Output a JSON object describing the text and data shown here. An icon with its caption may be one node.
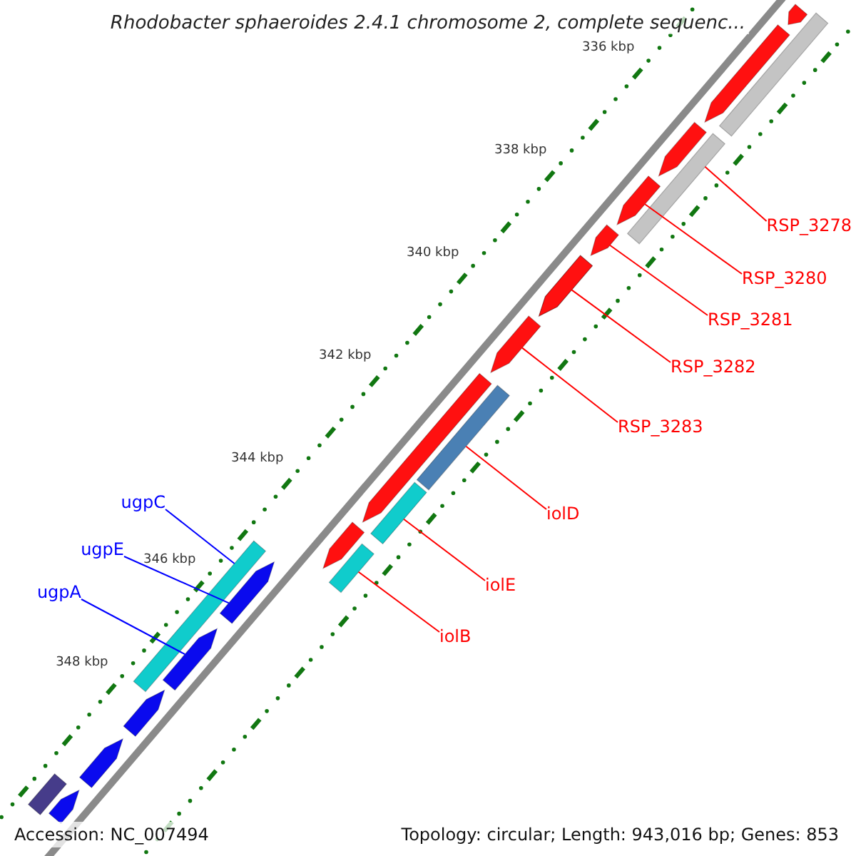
{
  "diagram": {
    "title": "Rhodobacter sphaeroides 2.4.1 chromosome 2, complete sequenc...",
    "nodes": [
      {
        "text": [
          "RSP_3278"
        ]
      },
      {
        "text": [
          "RSP_3280"
        ]
      },
      {
        "text": [
          "RSP_3281"
        ]
      },
      {
        "text": [
          "RSP_3282"
        ]
      },
      {
        "text": [
          "RSP_3283"
        ]
      },
      {
        "text": [
          "iolD"
        ]
      },
      {
        "text": [
          "iolE"
        ]
      },
      {
        "text": [
          "iolB"
        ]
      },
      {
        "text": [
          "ugpC"
        ]
      },
      {
        "text": [
          "ugpE"
        ]
      },
      {
        "text": [
          "ugpA"
        ]
      },
      {
        "text": [],
        "shape": "bar"
      },
      {
        "text": [],
        "shape": "arrow"
      },
      {
        "text": [],
        "shape": "arrow"
      },
      {
        "text": [],
        "shape": "arrow"
      },
      {
        "text": [],
        "shape": "arrow"
      },
      {
        "text": [],
        "shape": "bar"
      },
      {
        "text": [],
        "shape": "bar"
      },
      {
        "text": [],
        "shape": "bar"
      },
      {
        "text": [],
        "shape": "bar"
      },
      {
        "text": [],
        "shape": "arrow"
      },
      {
        "text": [],
        "shape": "arrow"
      },
      {
        "text": [],
        "shape": "arrow"
      },
      {
        "text": [],
        "shape": "arrow"
      },
      {
        "text": [],
        "shape": "arrow"
      },
      {
        "text": [],
        "shape": "arrow"
      },
      {
        "text": [],
        "shape": "arrow"
      },
      {
        "text": [],
        "shape": "arrow"
      },
      {
        "text": [],
        "shape": "bar"
      },
      {
        "text": [],
        "shape": "arrow"
      },
      {
        "text": [],
        "shape": "arrow"
      },
      {
        "text": [],
        "shape": "arrow"
      },
      {
        "text": [],
        "shape": "bar"
      }
    ],
    "edges": [
      {
        "from": 0,
        "to": 11,
        "arrow": "none"
      },
      {
        "from": 1,
        "to": 12,
        "arrow": "none"
      },
      {
        "from": 2,
        "to": 13,
        "arrow": "none"
      },
      {
        "from": 3,
        "to": 14,
        "arrow": "none"
      },
      {
        "from": 4,
        "to": 15,
        "arrow": "none"
      },
      {
        "from": 5,
        "to": 16,
        "arrow": "none"
      },
      {
        "from": 6,
        "to": 17,
        "arrow": "none"
      },
      {
        "from": 7,
        "to": 18,
        "arrow": "none"
      },
      {
        "from": 8,
        "to": 19,
        "arrow": "none",
        "color": "#0000ff"
      },
      {
        "from": 9,
        "to": 20,
        "arrow": "none",
        "color": "#0000ff"
      },
      {
        "from": 10,
        "to": 21,
        "arrow": "none",
        "color": "#0000ff"
      }
    ],
    "labels": [
      "336 kbp",
      "338 kbp",
      "340 kbp",
      "342 kbp",
      "344 kbp",
      "346 kbp",
      "348 kbp",
      "Accession: NC_007494",
      "Topology: circular; Length: 943,016 bp; Genes: 853"
    ]
  }
}
